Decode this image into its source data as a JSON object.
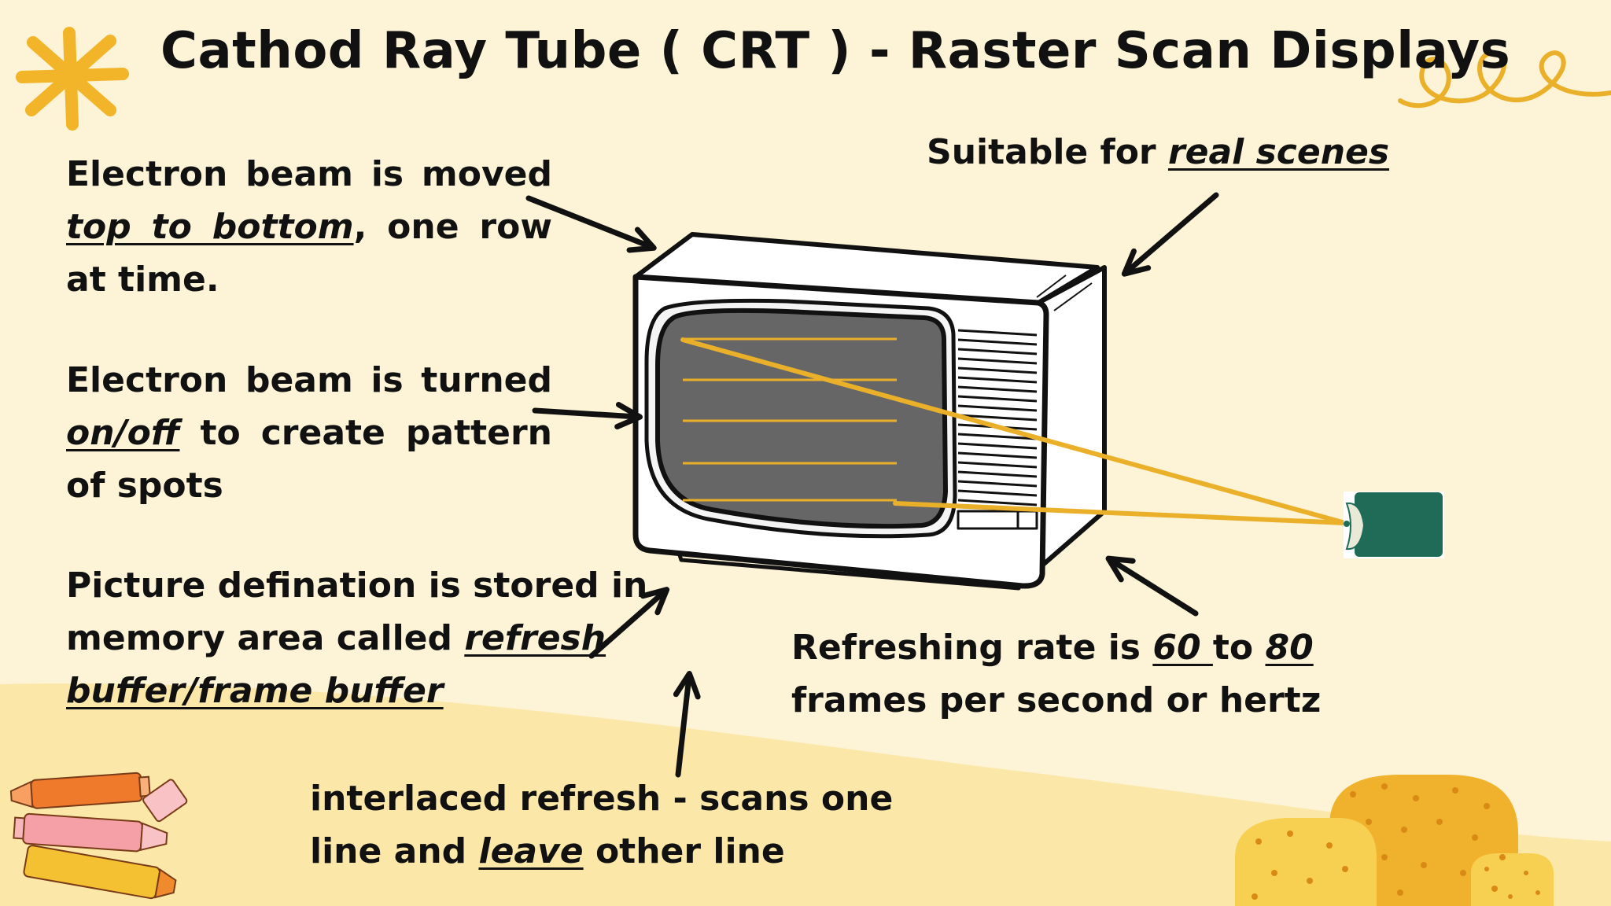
{
  "title": "Cathod Ray Tube ( CRT ) - Raster Scan Displays",
  "notes": {
    "n1": {
      "a": "Electron beam is moved ",
      "em": "top to bottom",
      "b": ", one row at time."
    },
    "n2": {
      "a": "Electron beam is turned ",
      "em": "on/off",
      "b": " to create pattern of spots"
    },
    "n3": {
      "a": "Picture defination is stored in memory area called ",
      "em": "refresh buffer/frame buffer",
      "b": ""
    },
    "n4": {
      "a": "Suitable for ",
      "em": "real scenes",
      "b": ""
    },
    "n5": {
      "a": "Refreshing rate is ",
      "em1": "60 ",
      "mid": "to ",
      "em2": "80",
      "b": "frames per second or hertz"
    },
    "n6": {
      "a": "interlaced refresh - scans one",
      "b": "line and ",
      "em": "leave",
      "c": " other line"
    }
  },
  "icons": [
    "asterisk-icon",
    "squiggle-icon",
    "highlighter-markers-icon",
    "bubble-shapes-icon",
    "electron-gun-icon"
  ],
  "colors": {
    "background": "#fdf3d6",
    "accent": "#eab02a",
    "screen": "#666666",
    "gun": "#1f6b57",
    "ink": "#111111"
  }
}
